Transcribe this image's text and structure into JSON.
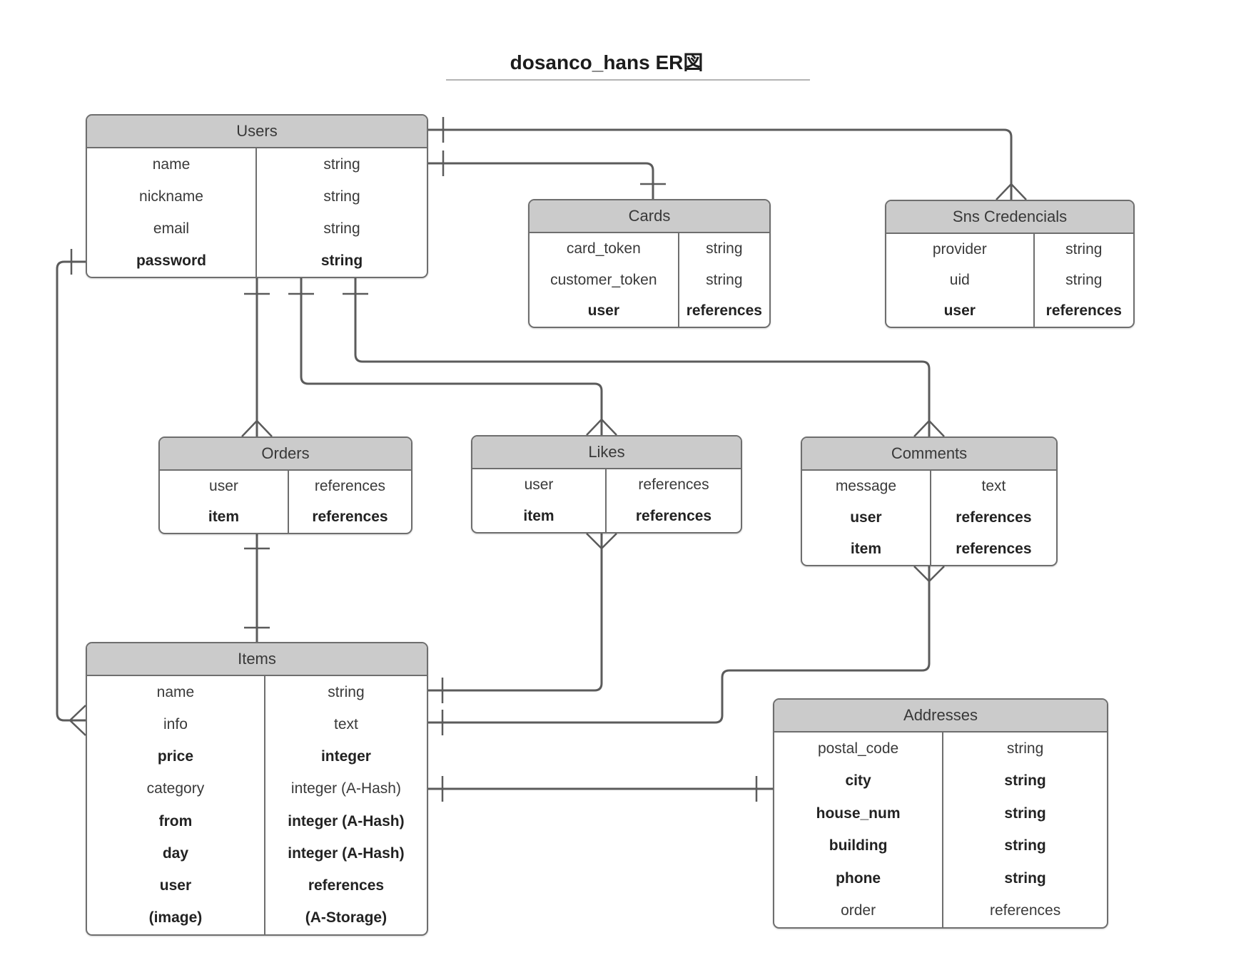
{
  "title": "dosanco_hans ER図",
  "colors": {
    "header_fill": "#cbcbcb",
    "table_border": "#6e6e6e",
    "connector": "#5b5b5b",
    "text": "#3a3a3a",
    "bg": "#ffffff"
  },
  "tables": {
    "users": {
      "title": "Users",
      "rows": [
        {
          "field": "name",
          "type": "string",
          "bold": false
        },
        {
          "field": "nickname",
          "type": "string",
          "bold": false
        },
        {
          "field": "email",
          "type": "string",
          "bold": false
        },
        {
          "field": "password",
          "type": "string",
          "bold": true
        }
      ]
    },
    "cards": {
      "title": "Cards",
      "rows": [
        {
          "field": "card_token",
          "type": "string",
          "bold": false
        },
        {
          "field": "customer_token",
          "type": "string",
          "bold": false
        },
        {
          "field": "user",
          "type": "references",
          "bold": true
        }
      ]
    },
    "sns_credencials": {
      "title": "Sns Credencials",
      "rows": [
        {
          "field": "provider",
          "type": "string",
          "bold": false
        },
        {
          "field": "uid",
          "type": "string",
          "bold": false
        },
        {
          "field": "user",
          "type": "references",
          "bold": true
        }
      ]
    },
    "orders": {
      "title": "Orders",
      "rows": [
        {
          "field": "user",
          "type": "references",
          "bold": false
        },
        {
          "field": "item",
          "type": "references",
          "bold": true
        }
      ]
    },
    "likes": {
      "title": "Likes",
      "rows": [
        {
          "field": "user",
          "type": "references",
          "bold": false
        },
        {
          "field": "item",
          "type": "references",
          "bold": true
        }
      ]
    },
    "comments": {
      "title": "Comments",
      "rows": [
        {
          "field": "message",
          "type": "text",
          "bold": false
        },
        {
          "field": "user",
          "type": "references",
          "bold": true
        },
        {
          "field": "item",
          "type": "references",
          "bold": true
        }
      ]
    },
    "items": {
      "title": "Items",
      "rows": [
        {
          "field": "name",
          "type": "string",
          "bold": false
        },
        {
          "field": "info",
          "type": "text",
          "bold": false
        },
        {
          "field": "price",
          "type": "integer",
          "bold": true
        },
        {
          "field": "category",
          "type": "integer (A-Hash)",
          "bold": false
        },
        {
          "field": "from",
          "type": "integer (A-Hash)",
          "bold": true
        },
        {
          "field": "day",
          "type": "integer (A-Hash)",
          "bold": true
        },
        {
          "field": "user",
          "type": "references",
          "bold": true
        },
        {
          "field": "(image)",
          "type": "(A-Storage)",
          "bold": true
        }
      ]
    },
    "addresses": {
      "title": "Addresses",
      "rows": [
        {
          "field": "postal_code",
          "type": "string",
          "bold": false
        },
        {
          "field": "city",
          "type": "string",
          "bold": true
        },
        {
          "field": "house_num",
          "type": "string",
          "bold": true
        },
        {
          "field": "building",
          "type": "string",
          "bold": true
        },
        {
          "field": "phone",
          "type": "string",
          "bold": true
        },
        {
          "field": "order",
          "type": "references",
          "bold": false
        }
      ]
    }
  },
  "relationships": [
    {
      "from": "Users",
      "to": "Cards",
      "from_cardinality": "one",
      "to_cardinality": "one"
    },
    {
      "from": "Users",
      "to": "Sns Credencials",
      "from_cardinality": "one",
      "to_cardinality": "many"
    },
    {
      "from": "Users",
      "to": "Orders",
      "from_cardinality": "one",
      "to_cardinality": "many"
    },
    {
      "from": "Users",
      "to": "Likes",
      "from_cardinality": "one",
      "to_cardinality": "many"
    },
    {
      "from": "Users",
      "to": "Comments",
      "from_cardinality": "one",
      "to_cardinality": "many"
    },
    {
      "from": "Users",
      "to": "Items",
      "from_cardinality": "one",
      "to_cardinality": "many"
    },
    {
      "from": "Orders",
      "to": "Items",
      "from_cardinality": "one",
      "to_cardinality": "one"
    },
    {
      "from": "Items",
      "to": "Likes",
      "from_cardinality": "one",
      "to_cardinality": "many"
    },
    {
      "from": "Items",
      "to": "Comments",
      "from_cardinality": "one",
      "to_cardinality": "many"
    },
    {
      "from": "Items",
      "to": "Addresses",
      "from_cardinality": "one",
      "to_cardinality": "one"
    }
  ]
}
